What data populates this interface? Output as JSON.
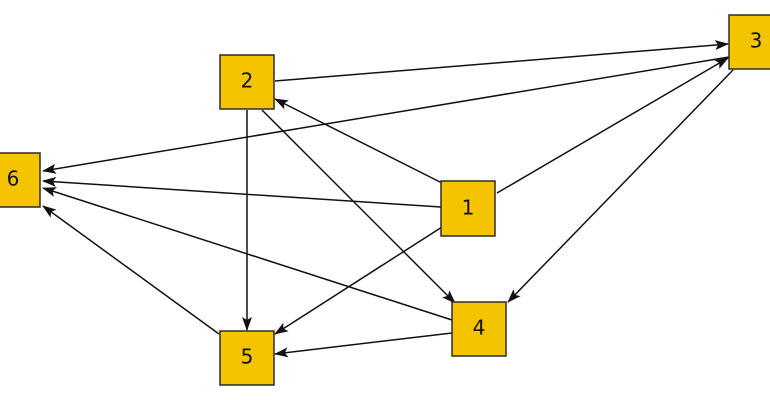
{
  "graph": {
    "colors": {
      "node_fill": "#f5c400",
      "node_stroke": "#2b2b2b",
      "edge": "#111111"
    },
    "nodes": [
      {
        "id": "1",
        "label": "1"
      },
      {
        "id": "2",
        "label": "2"
      },
      {
        "id": "3",
        "label": "3"
      },
      {
        "id": "4",
        "label": "4"
      },
      {
        "id": "5",
        "label": "5"
      },
      {
        "id": "6",
        "label": "6"
      }
    ],
    "edges": [
      {
        "from": "2",
        "to": "3"
      },
      {
        "from": "3",
        "to": "6"
      },
      {
        "from": "1",
        "to": "3"
      },
      {
        "from": "1",
        "to": "2"
      },
      {
        "from": "1",
        "to": "6"
      },
      {
        "from": "2",
        "to": "4"
      },
      {
        "from": "2",
        "to": "5"
      },
      {
        "from": "3",
        "to": "4"
      },
      {
        "from": "1",
        "to": "5"
      },
      {
        "from": "4",
        "to": "6"
      },
      {
        "from": "5",
        "to": "6"
      },
      {
        "from": "4",
        "to": "5"
      }
    ]
  }
}
